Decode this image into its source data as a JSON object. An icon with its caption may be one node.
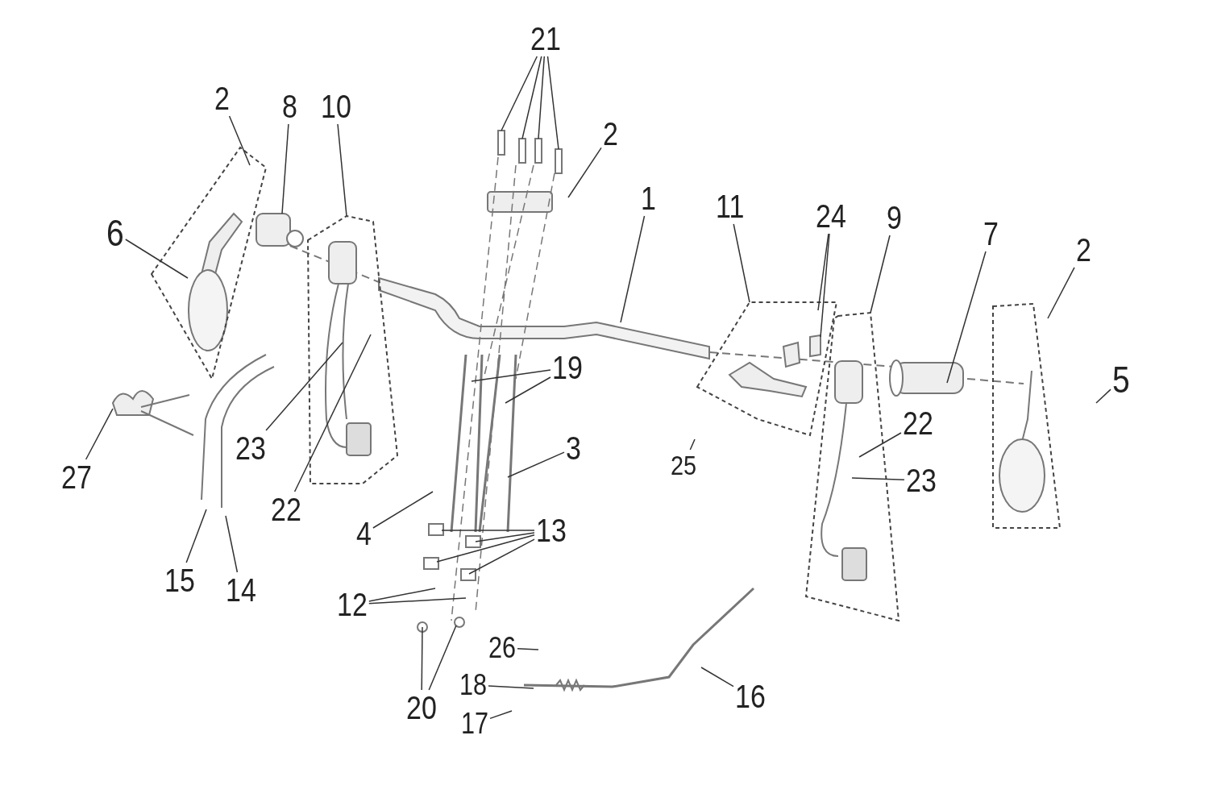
{
  "diagram": {
    "nodes": [
      {
        "text": [
          "21"
        ]
      },
      {
        "text": [
          "2"
        ]
      },
      {
        "text": [
          "8"
        ]
      },
      {
        "text": [
          "10"
        ]
      },
      {
        "text": [
          "2"
        ]
      },
      {
        "text": [
          "1"
        ]
      },
      {
        "text": [
          "11"
        ]
      },
      {
        "text": [
          "24"
        ]
      },
      {
        "text": [
          "9"
        ]
      },
      {
        "text": [
          "7"
        ]
      },
      {
        "text": [
          "2"
        ]
      },
      {
        "text": [
          "6"
        ]
      },
      {
        "text": [
          "5"
        ]
      },
      {
        "text": [
          "19"
        ]
      },
      {
        "text": [
          "27"
        ]
      },
      {
        "text": [
          "23"
        ]
      },
      {
        "text": [
          "22"
        ]
      },
      {
        "text": [
          "3"
        ]
      },
      {
        "text": [
          "25"
        ]
      },
      {
        "text": [
          "22"
        ]
      },
      {
        "text": [
          "23"
        ]
      },
      {
        "text": [
          "4"
        ]
      },
      {
        "text": [
          "13"
        ]
      },
      {
        "text": [
          "12"
        ]
      },
      {
        "text": [
          "15"
        ]
      },
      {
        "text": [
          "14"
        ]
      },
      {
        "text": [
          "26"
        ]
      },
      {
        "text": [
          "18"
        ]
      },
      {
        "text": [
          "20"
        ]
      },
      {
        "text": [
          "17"
        ]
      },
      {
        "text": [
          "16"
        ]
      },
      {
        "text": [],
        "shape": "box"
      },
      {
        "text": [],
        "shape": "box"
      },
      {
        "text": [],
        "shape": "box"
      },
      {
        "text": [],
        "shape": "box"
      },
      {
        "text": [],
        "shape": "box"
      }
    ],
    "edges": [
      {
        "from": 0,
        "to": null,
        "arrow": "none"
      },
      {
        "from": 0,
        "to": null,
        "arrow": "none"
      },
      {
        "from": 0,
        "to": null,
        "arrow": "none"
      },
      {
        "from": 0,
        "to": null,
        "arrow": "none"
      },
      {
        "from": 1,
        "to": 31,
        "arrow": "none"
      },
      {
        "from": 2,
        "to": null,
        "arrow": "none"
      },
      {
        "from": 3,
        "to": 32,
        "arrow": "none"
      },
      {
        "from": 4,
        "to": null,
        "arrow": "none"
      },
      {
        "from": 5,
        "to": null,
        "arrow": "none"
      },
      {
        "from": 6,
        "to": 33,
        "arrow": "none"
      },
      {
        "from": 7,
        "to": 33,
        "arrow": "none"
      },
      {
        "from": 7,
        "to": 33,
        "arrow": "none"
      },
      {
        "from": 8,
        "to": 34,
        "arrow": "none"
      },
      {
        "from": 9,
        "to": null,
        "arrow": "none"
      },
      {
        "from": 10,
        "to": 35,
        "arrow": "none"
      },
      {
        "from": 11,
        "to": 31,
        "arrow": "none"
      },
      {
        "from": 12,
        "to": null,
        "arrow": "none"
      },
      {
        "from": 13,
        "to": null,
        "arrow": "none"
      },
      {
        "from": 13,
        "to": null,
        "arrow": "none"
      },
      {
        "from": 14,
        "to": null,
        "arrow": "none"
      },
      {
        "from": 15,
        "to": 32,
        "arrow": "none"
      },
      {
        "from": 16,
        "to": 32,
        "arrow": "none"
      },
      {
        "from": 17,
        "to": null,
        "arrow": "none"
      },
      {
        "from": 18,
        "to": null,
        "arrow": "none"
      },
      {
        "from": 19,
        "to": 34,
        "arrow": "none"
      },
      {
        "from": 20,
        "to": 34,
        "arrow": "none"
      },
      {
        "from": 21,
        "to": null,
        "arrow": "none"
      },
      {
        "from": 22,
        "to": null,
        "arrow": "none"
      },
      {
        "from": 22,
        "to": null,
        "arrow": "none"
      },
      {
        "from": 22,
        "to": null,
        "arrow": "none"
      },
      {
        "from": 22,
        "to": null,
        "arrow": "none"
      },
      {
        "from": 23,
        "to": null,
        "arrow": "none"
      },
      {
        "from": 23,
        "to": null,
        "arrow": "none"
      },
      {
        "from": 24,
        "to": null,
        "arrow": "none"
      },
      {
        "from": 25,
        "to": null,
        "arrow": "none"
      },
      {
        "from": 26,
        "to": null,
        "arrow": "none"
      },
      {
        "from": 27,
        "to": null,
        "arrow": "none"
      },
      {
        "from": 28,
        "to": null,
        "arrow": "none"
      },
      {
        "from": 28,
        "to": null,
        "arrow": "none"
      },
      {
        "from": 29,
        "to": null,
        "arrow": "none"
      },
      {
        "from": 30,
        "to": null,
        "arrow": "none"
      }
    ]
  }
}
